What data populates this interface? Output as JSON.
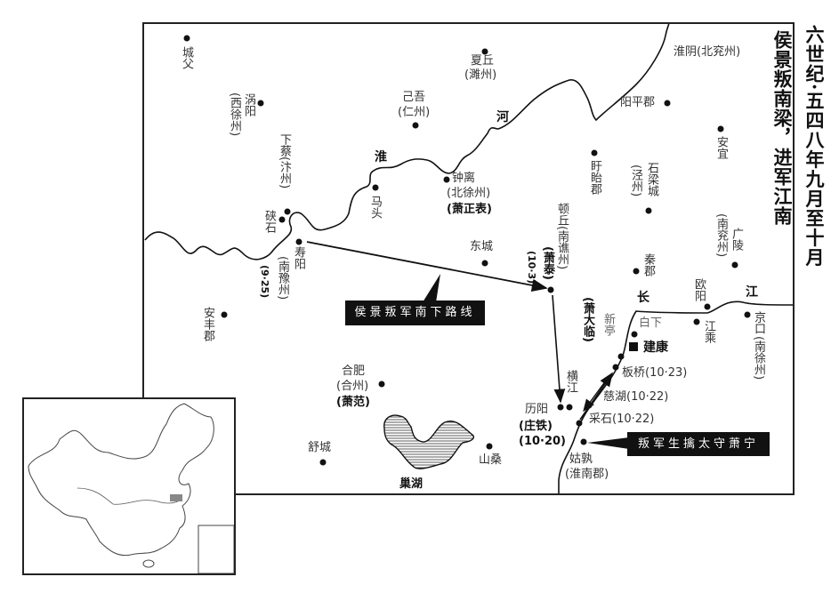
{
  "title": {
    "line1": "六世纪·五四八年九月至十月",
    "line2": "侯景叛南梁，进军江南"
  },
  "rivers": {
    "huai": "淮",
    "he": "河",
    "chang": "长",
    "jiang": "江"
  },
  "places": {
    "chengfu": "城父",
    "guoyang": "涡阳",
    "guoyang_sub": "(西徐州)",
    "xiacai": "下蔡(汴州)",
    "xiashi": "硖石",
    "shouyang": "寿阳",
    "shouyang_sub": "(南豫州)",
    "shouyang_date": "(9·25)",
    "xiaqiu": "夏丘",
    "xiaqiu_sub": "(濉州)",
    "jiwu": "己吾",
    "jiwu_sub": "(仁州)",
    "matou": "马头",
    "zhongli": "钟离",
    "zhongli_sub": "(北徐州)",
    "zhongli_gen": "(萧正表)",
    "dongcheng": "东城",
    "dunqiu": "顿丘(南谯州)",
    "dunqiu_gen": "(萧泰)",
    "dunqiu_date": "(10·3)",
    "huaiyin": "淮阴(北兖州)",
    "yangping": "阳平郡",
    "anyi": "安宜",
    "xuyi": "盱眙郡",
    "shiliang": "石梁城",
    "shiliang_sub": "(泾州)",
    "guangling": "广陵",
    "guangling_sub": "(南兖州)",
    "qinjun": "秦郡",
    "ouyang": "欧阳",
    "baixia": "白下",
    "jiangcheng": "江乘",
    "jingkou": "京口",
    "jingkou_sub": "(南徐州)",
    "xinting": "新亭",
    "xiaodalin": "(萧大临)",
    "jiankang": "建康",
    "banqiao": "板桥(10·23)",
    "cihu": "慈湖(10·22)",
    "caishi": "采石(10·22)",
    "hengjiang": "横江",
    "liyang": "历阳",
    "liyang_gen": "(庄铁)",
    "liyang_date": "(10·20)",
    "gushu": "姑孰",
    "gushu_sub": "(淮南郡)",
    "anfeng": "安丰郡",
    "hefei": "合肥",
    "hefei_sub": "(合州)",
    "hefei_gen": "(萧范)",
    "shucheng": "舒城",
    "chaohu": "巢湖",
    "shansang": "山桑"
  },
  "callouts": {
    "route": "侯景叛军南下路线",
    "capture": "叛军生擒太守萧宁"
  },
  "colors": {
    "ink": "#222222",
    "callout_bg": "#111111",
    "inset_highlight": "#888888"
  }
}
